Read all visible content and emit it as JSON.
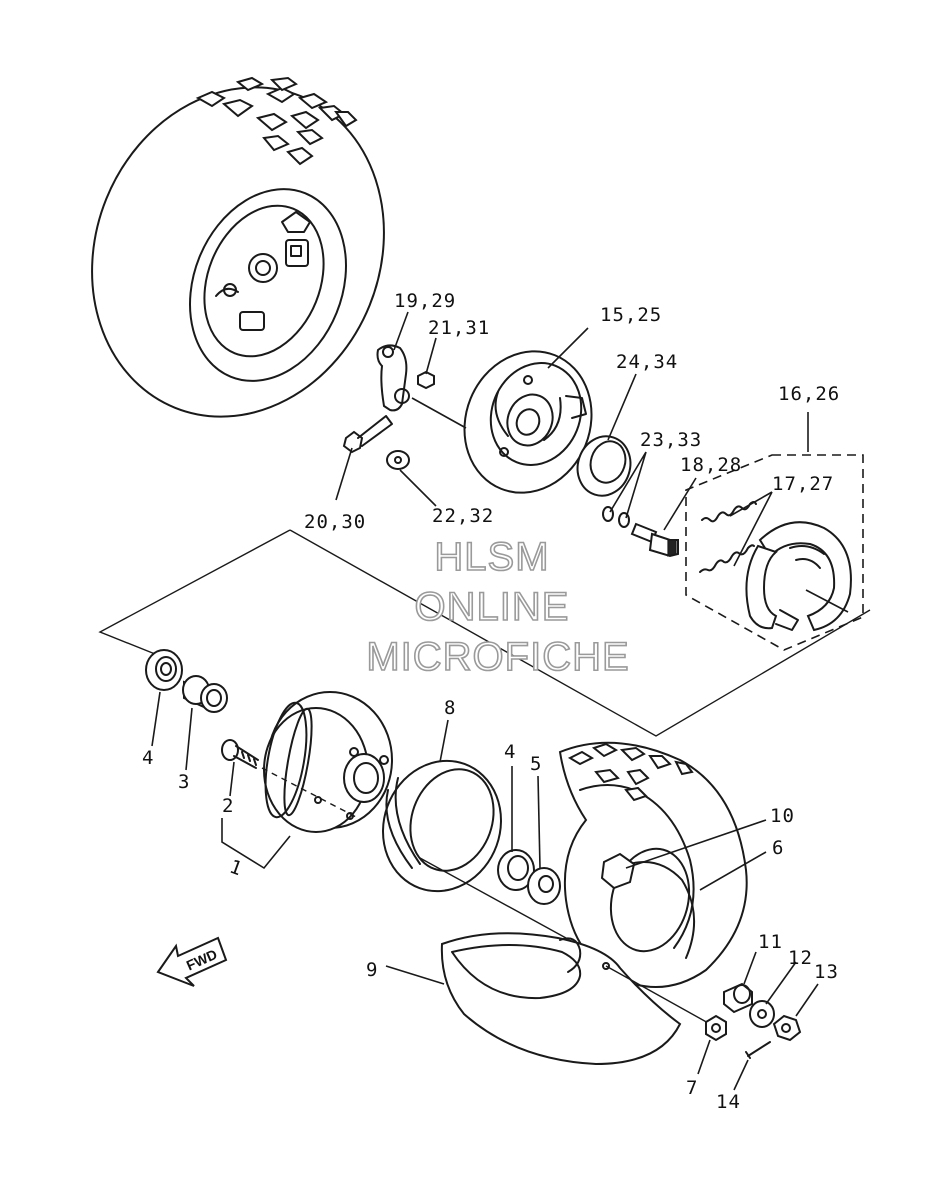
{
  "callouts": {
    "c_19_29": "19,29",
    "c_21_31": "21,31",
    "c_15_25": "15,25",
    "c_24_34": "24,34",
    "c_16_26": "16,26",
    "c_23_33": "23,33",
    "c_18_28": "18,28",
    "c_17_27": "17,27",
    "c_20_30": "20,30",
    "c_22_32": "22,32",
    "c_8": "8",
    "c_4a": "4",
    "c_3": "3",
    "c_2": "2",
    "c_1": "1",
    "c_4b": "4",
    "c_5": "5",
    "c_10": "10",
    "c_6": "6",
    "c_9": "9",
    "c_11": "11",
    "c_12": "12",
    "c_13": "13",
    "c_7": "7",
    "c_14": "14"
  },
  "watermark": {
    "line1": "HLSM",
    "line2": "ONLINE",
    "line3": "MICROFICHE"
  },
  "fwd_label": "FWD",
  "colors": {
    "ink": "#1a1a1a",
    "background": "#ffffff",
    "watermark_outline": "#9a9a9a"
  }
}
